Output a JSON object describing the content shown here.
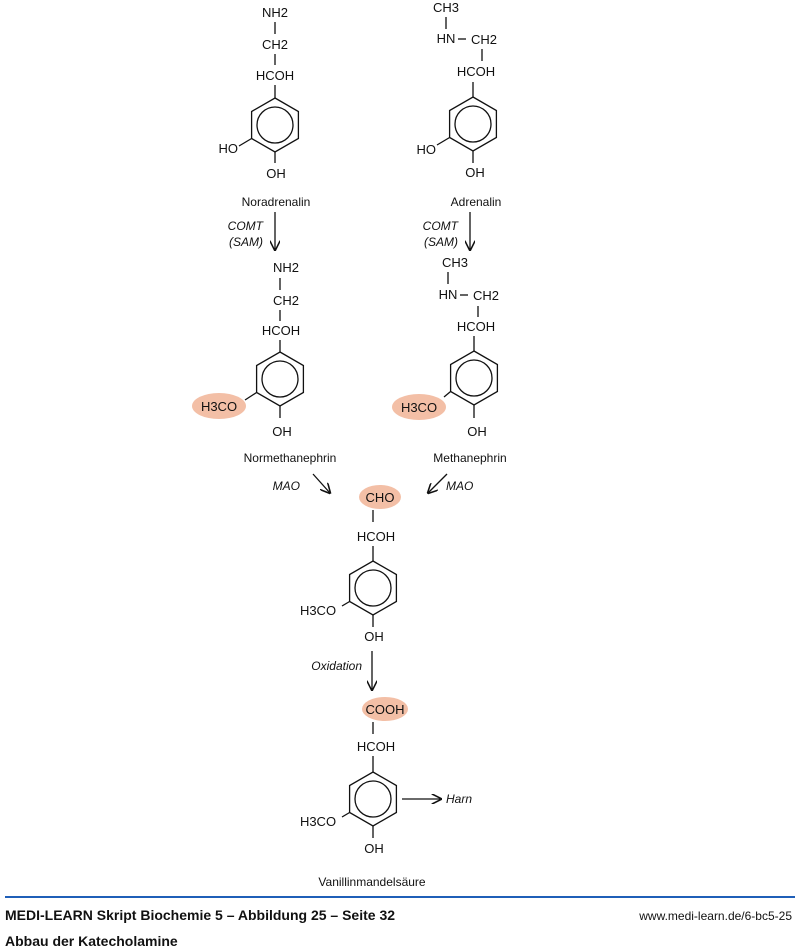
{
  "molecules": {
    "noradrenalin": {
      "name": "Noradrenalin",
      "top": "NH2",
      "mid": "CH2",
      "chain": "HCOH",
      "left": "HO",
      "bottom": "OH"
    },
    "adrenalin": {
      "name": "Adrenalin",
      "methyl": "CH3",
      "amine": "HN",
      "mid": "CH2",
      "chain": "HCOH",
      "left": "HO",
      "bottom": "OH"
    },
    "normethanephrin": {
      "name": "Normethanephrin",
      "top": "NH2",
      "mid": "CH2",
      "chain": "HCOH",
      "left": "H3CO",
      "bottom": "OH"
    },
    "methanephrin": {
      "name": "Methanephrin",
      "methyl": "CH3",
      "amine": "HN",
      "mid": "CH2",
      "chain": "HCOH",
      "left": "H3CO",
      "bottom": "OH"
    },
    "aldehyde": {
      "top": "CHO",
      "chain": "HCOH",
      "left": "H3CO",
      "bottom": "OH"
    },
    "vanillinmandelsaeure": {
      "name": "Vanillinmandelsäure",
      "top": "COOH",
      "chain": "HCOH",
      "left": "H3CO",
      "bottom": "OH"
    }
  },
  "reactions": {
    "comt": "COMT",
    "sam": "(SAM)",
    "mao": "MAO",
    "oxidation": "Oxidation",
    "harn": "Harn"
  },
  "colors": {
    "highlight": "#f3bfa6",
    "footer_line": "#1f5fb8"
  },
  "footer": {
    "title": "MEDI-LEARN Skript Biochemie 5 – Abbildung 25 – Seite 32",
    "subtitle": "Abbau der Katecholamine",
    "url": "www.medi-learn.de/6-bc5-25"
  }
}
